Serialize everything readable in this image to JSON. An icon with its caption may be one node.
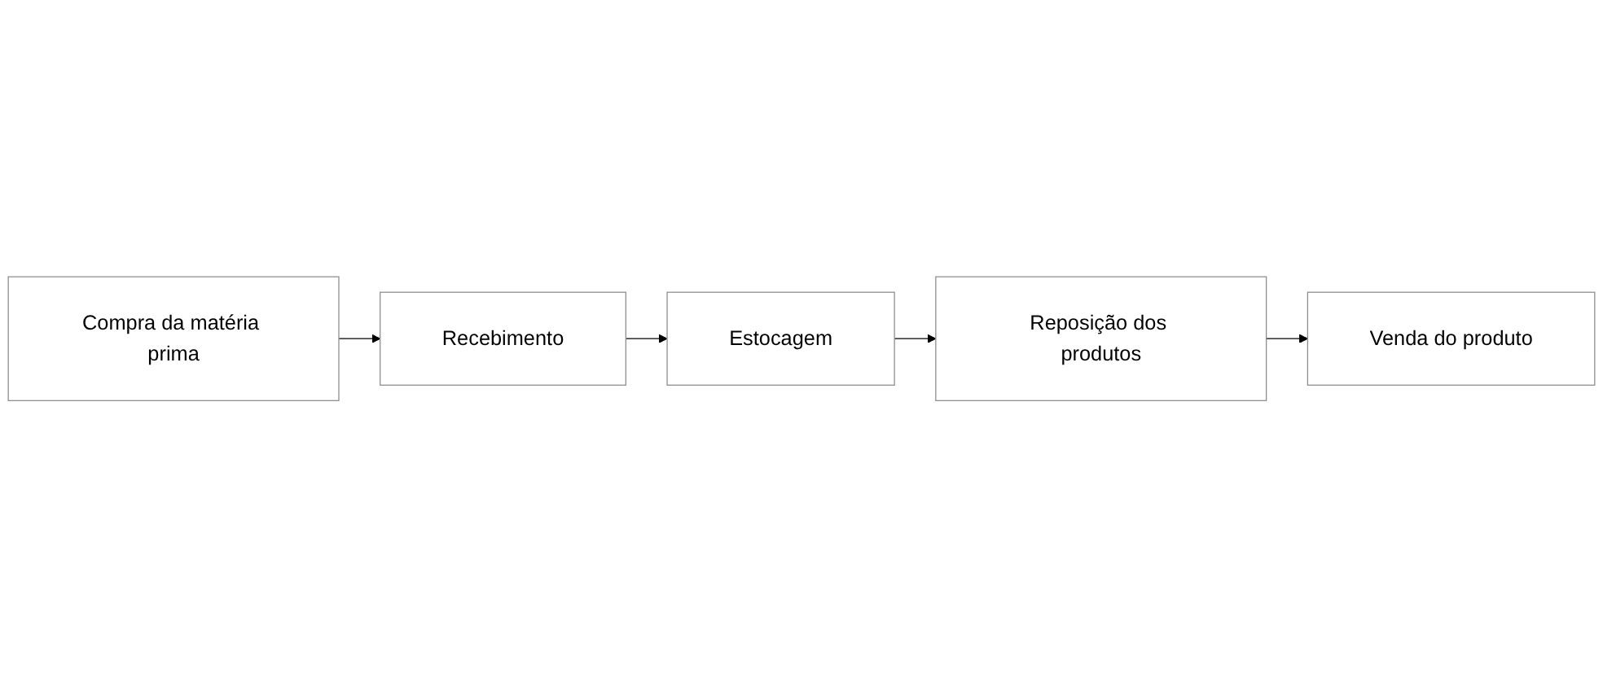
{
  "diagram": {
    "nodes": [
      {
        "text": [
          "Compra da matéria prima"
        ]
      },
      {
        "text": [
          "Recebimento"
        ]
      },
      {
        "text": [
          "Estocagem"
        ]
      },
      {
        "text": [
          "Reposição dos produtos"
        ]
      },
      {
        "text": [
          "Venda do produto"
        ]
      }
    ],
    "edges": [
      {
        "from": 0,
        "to": 1,
        "arrow": "to"
      },
      {
        "from": 1,
        "to": 2,
        "arrow": "to"
      },
      {
        "from": 2,
        "to": 3,
        "arrow": "to"
      },
      {
        "from": 3,
        "to": 4,
        "arrow": "to"
      }
    ]
  }
}
